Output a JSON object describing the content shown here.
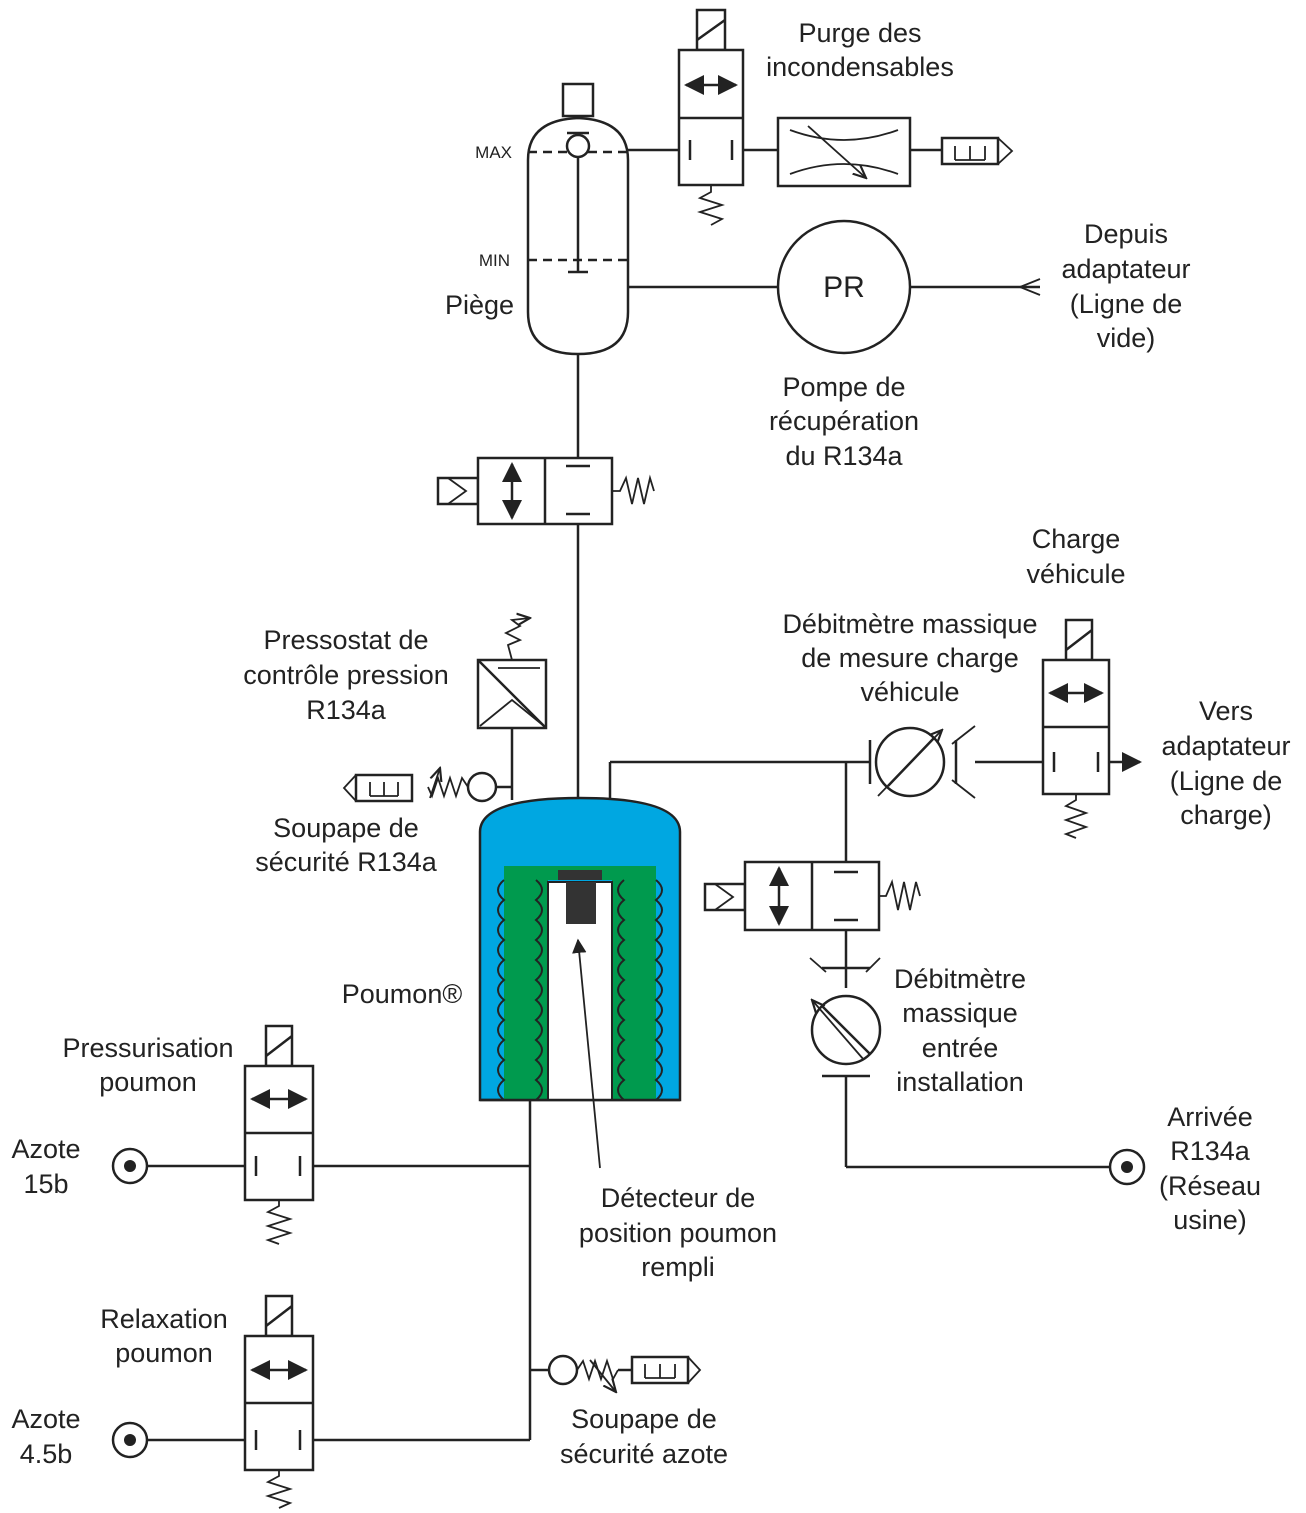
{
  "labels": {
    "purge_1": "Purge des",
    "purge_2": "incondensables",
    "max": "MAX",
    "min": "MIN",
    "piege": "Piège",
    "pr": "PR",
    "depuis_1": "Depuis",
    "depuis_2": "adaptateur",
    "depuis_3": "(Ligne de",
    "depuis_4": "vide)",
    "pompe_1": "Pompe de",
    "pompe_2": "récupération",
    "pompe_3": "du R134a",
    "charge_1": "Charge",
    "charge_2": "véhicule",
    "debit_charge_1": "Débitmètre massique",
    "debit_charge_2": "de mesure charge",
    "debit_charge_3": "véhicule",
    "pressostat_1": "Pressostat de",
    "pressostat_2": "contrôle pression",
    "pressostat_3": "R134a",
    "vers_1": "Vers",
    "vers_2": "adaptateur",
    "vers_3": "(Ligne de",
    "vers_4": "charge)",
    "soupape_r_1": "Soupape de",
    "soupape_r_2": "sécurité R134a",
    "poumon": "Poumon®",
    "debit_entree_1": "Débitmètre",
    "debit_entree_2": "massique",
    "debit_entree_3": "entrée",
    "debit_entree_4": "installation",
    "press_1": "Pressurisation",
    "press_2": "poumon",
    "azote15_1": "Azote",
    "azote15_2": "15b",
    "arrivee_1": "Arrivée",
    "arrivee_2": "R134a",
    "arrivee_3": "(Réseau",
    "arrivee_4": "usine)",
    "detect_1": "Détecteur de",
    "detect_2": "position poumon",
    "detect_3": "rempli",
    "relax_1": "Relaxation",
    "relax_2": "poumon",
    "azote45_1": "Azote",
    "azote45_2": "4.5b",
    "soupape_a_1": "Soupape de",
    "soupape_a_2": "sécurité azote"
  },
  "colors": {
    "poumon_shell": "#00a7e1",
    "poumon_bellows": "#009a4e",
    "line": "#222222"
  }
}
